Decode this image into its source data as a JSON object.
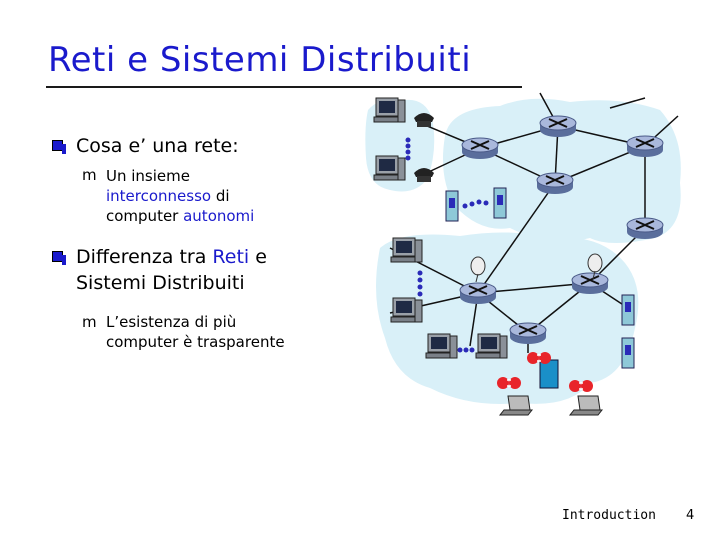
{
  "slide": {
    "title": "Reti e Sistemi Distribuiti",
    "bullet1": {
      "text": "Cosa e’ una rete:",
      "sub": {
        "line1": "Un insieme",
        "line2_part1": "interconnesso",
        "line2_part2": " di",
        "line3_part1": "computer ",
        "line3_part2": "autonomi"
      }
    },
    "bullet2": {
      "line1_part1": "Differenza tra ",
      "line1_part2": "Reti",
      "line1_part3": " e",
      "line2": "Sistemi Distribuiti",
      "sub": {
        "line1": "L’esistenza di più",
        "line2": "computer è trasparente"
      }
    },
    "footer": {
      "section": "Introduction",
      "page": "4"
    }
  },
  "colors": {
    "title": "#1a1acc",
    "highlight": "#1a1acc",
    "network_cloud": "#d9f0f8",
    "router": "#8fa0c8",
    "wireless_router": "#e8242a"
  },
  "icons": [
    "bullet-q-icon",
    "bullet-m-icon",
    "router-icon",
    "pc-icon",
    "server-icon",
    "telephone-icon",
    "satellite-dish-icon",
    "laptop-icon",
    "wireless-router-icon"
  ]
}
